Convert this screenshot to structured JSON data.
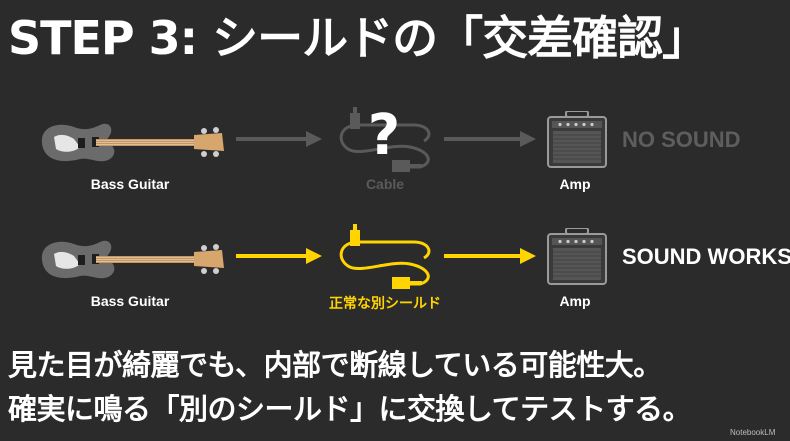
{
  "title": "STEP 3: シールドの「交差確認」",
  "rows": [
    {
      "guitar_label": "Bass Guitar",
      "cable_label": "Cable",
      "cable_marker": "?",
      "amp_label": "Amp",
      "result": "NO SOUND",
      "icon": "question-mark",
      "color": "#5a5a5a"
    },
    {
      "guitar_label": "Bass Guitar",
      "cable_label": "正常な別シールド",
      "amp_label": "Amp",
      "result": "SOUND WORKS",
      "color": "#ffd400"
    }
  ],
  "captions": [
    "見た目が綺麗でも、内部で断線している可能性大。",
    "確実に鳴る「別のシールド」に交換してテストする。"
  ],
  "watermark": "NotebookLM",
  "colors": {
    "background": "#2b2b2b",
    "accent": "#ffd400",
    "muted": "#5a5a5a",
    "text": "#ffffff"
  }
}
